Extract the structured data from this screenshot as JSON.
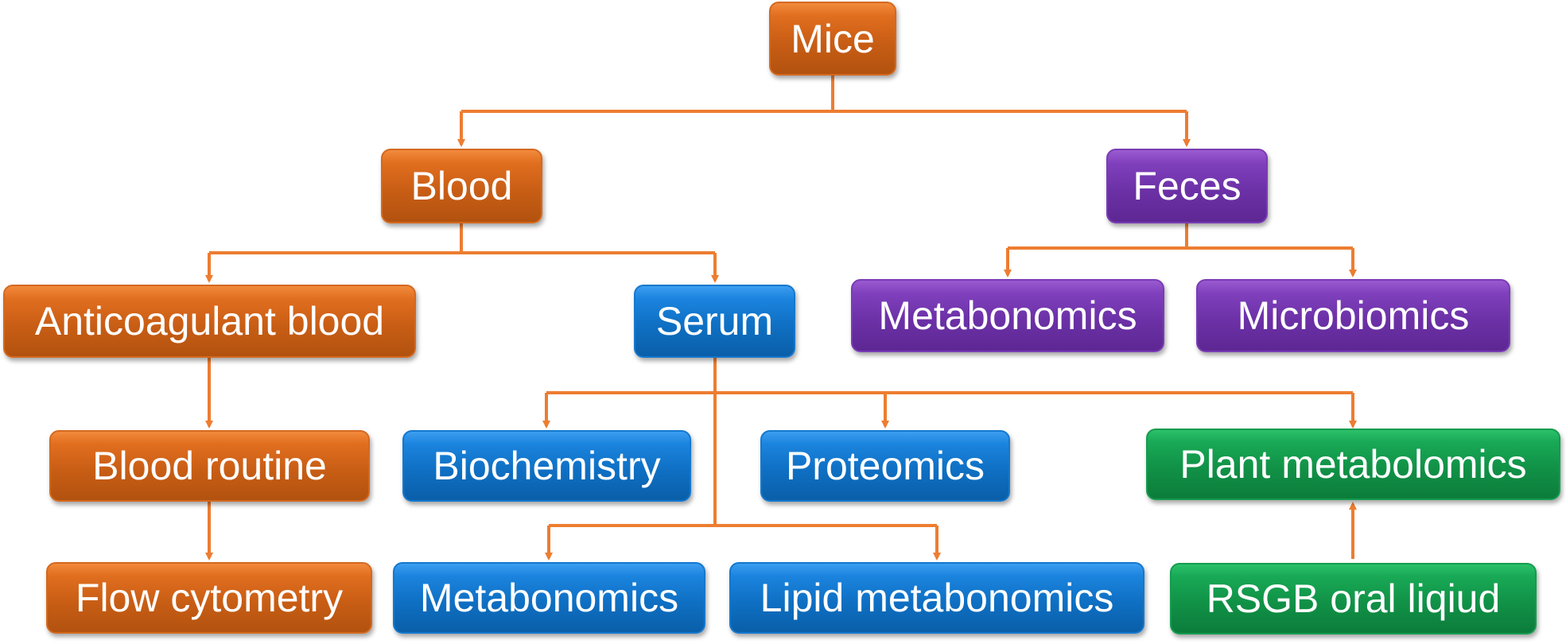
{
  "colors": {
    "connector": "#ED7D31",
    "orange": "#D4691F",
    "blue": "#1478CF",
    "purple": "#7A3BB5",
    "green": "#159C4F"
  },
  "nodes": {
    "mice": "Mice",
    "blood": "Blood",
    "feces": "Feces",
    "anticoagulant_blood": "Anticoagulant blood",
    "serum": "Serum",
    "feces_metabonomics": "Metabonomics",
    "microbiomics": "Microbiomics",
    "blood_routine": "Blood routine",
    "biochemistry": "Biochemistry",
    "proteomics": "Proteomics",
    "plant_metabolomics": "Plant metabolomics",
    "flow_cytometry": "Flow cytometry",
    "serum_metabonomics": "Metabonomics",
    "lipid_metabonomics": "Lipid metabonomics",
    "rsgb_oral_liquid": "RSGB oral liqiud"
  }
}
